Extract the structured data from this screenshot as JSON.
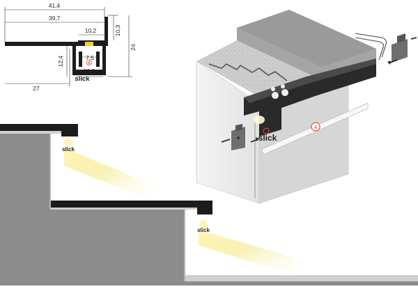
{
  "profile": {
    "dimensions": {
      "total_width": "41,4",
      "inner_width": "39,7",
      "top_width": "10,2",
      "top_height": "10,3",
      "height": "24",
      "body_height": "12,4",
      "slot_width": "7,5",
      "base_width": "10,6",
      "offset_width": "27"
    },
    "label_a": "A",
    "brand": "slick"
  },
  "steps": {
    "brand": "slick"
  },
  "assembly": {
    "label_a": "A",
    "brand": "slick"
  },
  "colors": {
    "profile": "#1c1c1c",
    "stair": "#888888",
    "light": "#f3e48a",
    "accent": "#e0503a",
    "wall": "#eeeeee",
    "concrete": "#c9c9c9"
  }
}
